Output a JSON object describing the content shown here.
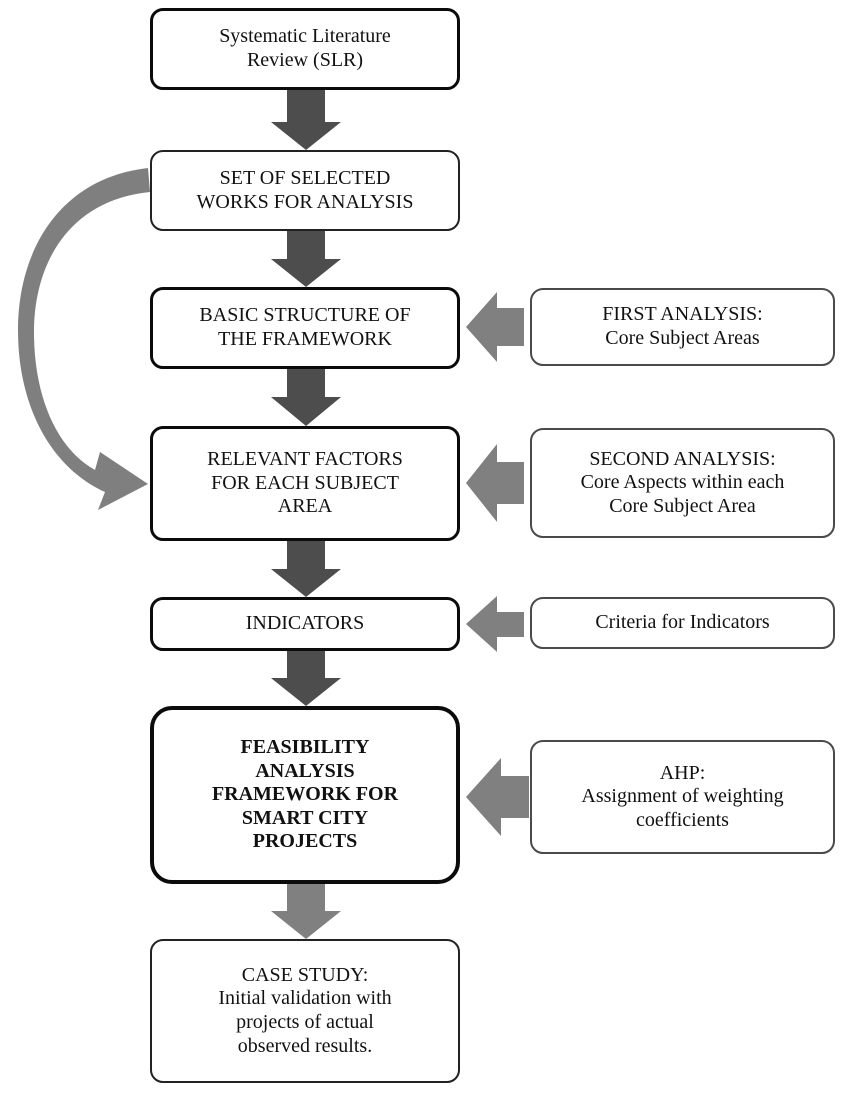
{
  "diagram": {
    "title": "Feasibility Analysis Framework Development Flowchart",
    "colors": {
      "box_border_dark": "#0b0b0b",
      "box_border_light": "#4a4a4a",
      "arrow_dark": "#4d4d4d",
      "arrow_mid": "#808080",
      "background": "#ffffff",
      "text": "#111111"
    },
    "nodes": [
      {
        "id": "slr",
        "label": "Systematic Literature\nReview (SLR)",
        "style": "main",
        "emphasis": "normal"
      },
      {
        "id": "selected-works",
        "label": "SET OF SELECTED\nWORKS FOR ANALYSIS",
        "style": "main",
        "emphasis": "normal"
      },
      {
        "id": "basic-structure",
        "label": "BASIC STRUCTURE OF\nTHE FRAMEWORK",
        "style": "main",
        "emphasis": "normal"
      },
      {
        "id": "relevant-factors",
        "label": "RELEVANT FACTORS\nFOR EACH SUBJECT\nAREA",
        "style": "main",
        "emphasis": "normal"
      },
      {
        "id": "indicators",
        "label": "INDICATORS",
        "style": "main",
        "emphasis": "normal"
      },
      {
        "id": "feasibility-framework",
        "label": "FEASIBILITY\nANALYSIS\nFRAMEWORK FOR\nSMART CITY\nPROJECTS",
        "style": "main",
        "emphasis": "bold"
      },
      {
        "id": "case-study",
        "label": "CASE STUDY:\nInitial validation with\nprojects of actual\nobserved results.",
        "style": "main",
        "emphasis": "normal"
      },
      {
        "id": "first-analysis",
        "label": "FIRST ANALYSIS:\nCore Subject Areas",
        "style": "side",
        "emphasis": "normal"
      },
      {
        "id": "second-analysis",
        "label": "SECOND ANALYSIS:\nCore Aspects within each\nCore Subject Area",
        "style": "side",
        "emphasis": "normal"
      },
      {
        "id": "criteria-indicators",
        "label": "Criteria for Indicators",
        "style": "side",
        "emphasis": "normal"
      },
      {
        "id": "ahp",
        "label": "AHP:\nAssignment of weighting\ncoefficients",
        "style": "side",
        "emphasis": "normal"
      }
    ],
    "connectors": [
      {
        "id": "slr-to-selected-works",
        "kind": "down-arrow",
        "from": "slr",
        "to": "selected-works"
      },
      {
        "id": "selected-works-to-basic-structure",
        "kind": "down-arrow",
        "from": "selected-works",
        "to": "basic-structure"
      },
      {
        "id": "basic-structure-to-relevant-factors",
        "kind": "down-arrow",
        "from": "basic-structure",
        "to": "relevant-factors"
      },
      {
        "id": "relevant-factors-to-indicators",
        "kind": "down-arrow",
        "from": "relevant-factors",
        "to": "indicators"
      },
      {
        "id": "indicators-to-feasibility",
        "kind": "down-arrow",
        "from": "indicators",
        "to": "feasibility-framework"
      },
      {
        "id": "feasibility-to-case-study",
        "kind": "down-arrow",
        "from": "feasibility-framework",
        "to": "case-study"
      },
      {
        "id": "first-analysis-to-basic-structure",
        "kind": "left-arrow",
        "from": "first-analysis",
        "to": "basic-structure"
      },
      {
        "id": "second-analysis-to-relevant-factors",
        "kind": "left-arrow",
        "from": "second-analysis",
        "to": "relevant-factors"
      },
      {
        "id": "criteria-to-indicators",
        "kind": "left-arrow",
        "from": "criteria-indicators",
        "to": "indicators"
      },
      {
        "id": "ahp-to-feasibility",
        "kind": "left-arrow",
        "from": "ahp",
        "to": "feasibility-framework"
      },
      {
        "id": "feedback-loop",
        "kind": "curved-arrow",
        "from": "selected-works",
        "to": "relevant-factors"
      }
    ]
  }
}
